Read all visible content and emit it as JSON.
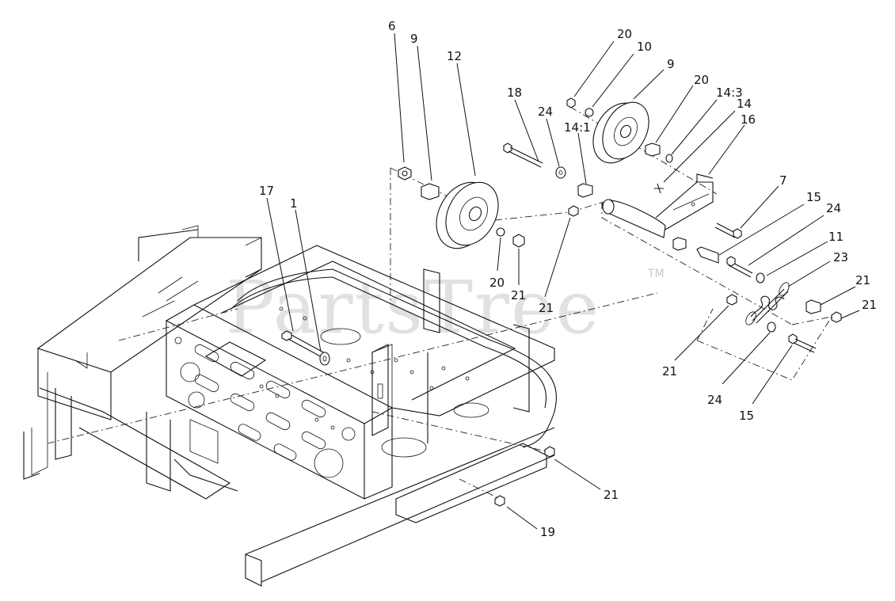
{
  "watermark": {
    "text": "PartsTree",
    "mark": "TM"
  },
  "callouts": [
    {
      "id": "c6",
      "label": "6"
    },
    {
      "id": "c9a",
      "label": "9"
    },
    {
      "id": "c12",
      "label": "12"
    },
    {
      "id": "c17",
      "label": "17"
    },
    {
      "id": "c1",
      "label": "1"
    },
    {
      "id": "c20a",
      "label": "20"
    },
    {
      "id": "c21a",
      "label": "21"
    },
    {
      "id": "c18",
      "label": "18"
    },
    {
      "id": "c24a",
      "label": "24"
    },
    {
      "id": "c14_1",
      "label": "14:1"
    },
    {
      "id": "c21b",
      "label": "21"
    },
    {
      "id": "c20b",
      "label": "20"
    },
    {
      "id": "c10",
      "label": "10"
    },
    {
      "id": "c9b",
      "label": "9"
    },
    {
      "id": "c20c",
      "label": "20"
    },
    {
      "id": "c14_3",
      "label": "14:3"
    },
    {
      "id": "c14",
      "label": "14"
    },
    {
      "id": "c16",
      "label": "16"
    },
    {
      "id": "c7",
      "label": "7"
    },
    {
      "id": "c15a",
      "label": "15"
    },
    {
      "id": "c24b",
      "label": "24"
    },
    {
      "id": "c11",
      "label": "11"
    },
    {
      "id": "c23",
      "label": "23"
    },
    {
      "id": "c21c",
      "label": "21"
    },
    {
      "id": "c21d",
      "label": "21"
    },
    {
      "id": "c21e",
      "label": "21"
    },
    {
      "id": "c24c",
      "label": "24"
    },
    {
      "id": "c15b",
      "label": "15"
    },
    {
      "id": "c21f",
      "label": "21"
    },
    {
      "id": "c19",
      "label": "19"
    }
  ]
}
